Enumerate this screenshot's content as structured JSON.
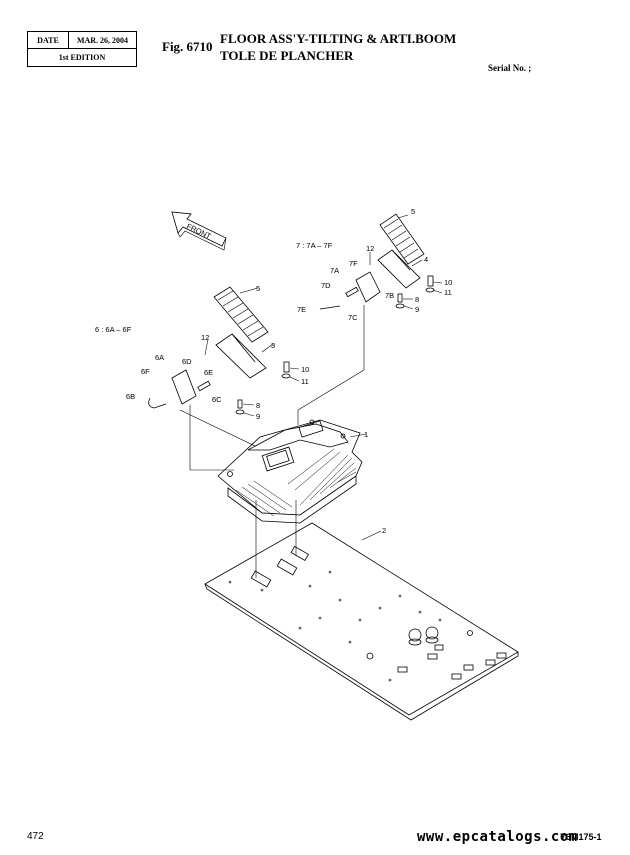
{
  "header": {
    "date_label": "DATE",
    "date_value": "MAR. 26, 2004",
    "edition": "1st EDITION",
    "fig_number": "Fig. 6710",
    "title_en": "FLOOR ASS'Y-TILTING & ARTI.BOOM",
    "title_fr": "TOLE DE PLANCHER",
    "serial_label": "Serial No. ;"
  },
  "drawing": {
    "front_label": "FRONT",
    "group7_label": "7 : 7A – 7F",
    "group6_label": "6 : 6A – 6F",
    "callouts": {
      "c1": "1",
      "c2": "2",
      "c3": "3",
      "c4": "4",
      "c5a": "5",
      "c5b": "5",
      "c12a": "12",
      "c12b": "12",
      "c7a": "7A",
      "c7b": "7B",
      "c7c": "7C",
      "c7d": "7D",
      "c7e": "7E",
      "c7f": "7F",
      "c6a": "6A",
      "c6b": "6B",
      "c6c": "6C",
      "c6d": "6D",
      "c6e": "6E",
      "c6f": "6F",
      "c8a": "8",
      "c9a": "9",
      "c10a": "10",
      "c11a": "11",
      "c8b": "8",
      "c9b": "9",
      "c10b": "10",
      "c11b": "11"
    }
  },
  "footer": {
    "page_number": "472",
    "watermark": "www.epcatalogs.com",
    "doc_code": "Y3M175-1"
  }
}
